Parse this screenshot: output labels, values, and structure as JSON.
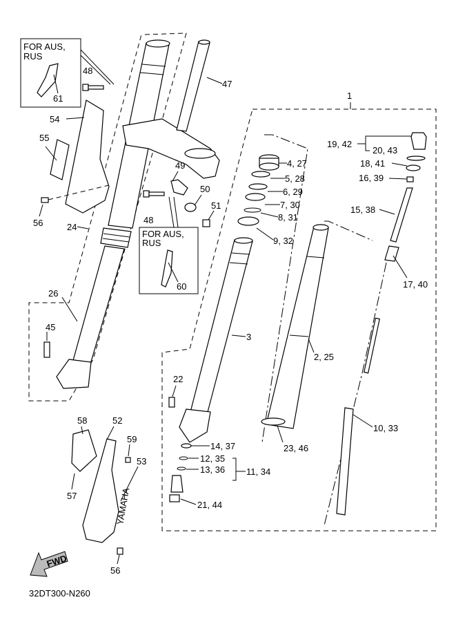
{
  "diagram": {
    "code": "32DT300-N260",
    "fwd_label": "FWD",
    "inset_top": {
      "line1": "FOR AUS,",
      "line2": "RUS",
      "part": "61"
    },
    "inset_mid": {
      "line1": "FOR AUS,",
      "line2": "RUS",
      "part": "60"
    },
    "callouts": {
      "c1": "1",
      "c47": "47",
      "c48a": "48",
      "c48b": "48",
      "c54": "54",
      "c55": "55",
      "c56a": "56",
      "c56b": "56",
      "c24": "24",
      "c49": "49",
      "c50": "50",
      "c51": "51",
      "c4_27": "4, 27",
      "c5_28": "5, 28",
      "c6_29": "6, 29",
      "c7_30": "7, 30",
      "c8_31": "8, 31",
      "c9_32": "9, 32",
      "c19_42": "19, 42",
      "c20_43": "20, 43",
      "c18_41": "18, 41",
      "c16_39": "16, 39",
      "c15_38": "15, 38",
      "c17_40": "17, 40",
      "c3": "3",
      "c2_25": "2, 25",
      "c26": "26",
      "c45": "45",
      "c22": "22",
      "c10_33": "10, 33",
      "c23_46": "23, 46",
      "c14_37": "14, 37",
      "c12_35": "12, 35",
      "c13_36": "13, 36",
      "c11_34": "11, 34",
      "c21_44": "21, 44",
      "c58": "58",
      "c52": "52",
      "c59": "59",
      "c53": "53",
      "c57": "57"
    },
    "guard_logo": "YAMAHA"
  }
}
